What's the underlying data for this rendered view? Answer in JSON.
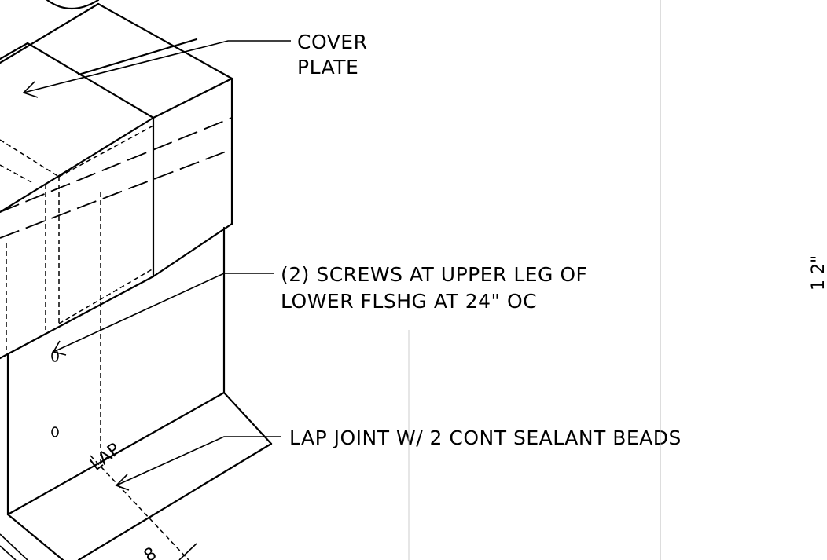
{
  "callouts": {
    "cover_plate_line1": "COVER",
    "cover_plate_line2": "PLATE",
    "screws_line1": "(2) SCREWS AT UPPER LEG OF",
    "screws_line2": "LOWER FLSHG AT 24\" OC",
    "lap_joint": "LAP JOINT W/ 2 CONT SEALANT BEADS"
  },
  "dimension_label": "LAP",
  "edge_fragment": "1 2\""
}
